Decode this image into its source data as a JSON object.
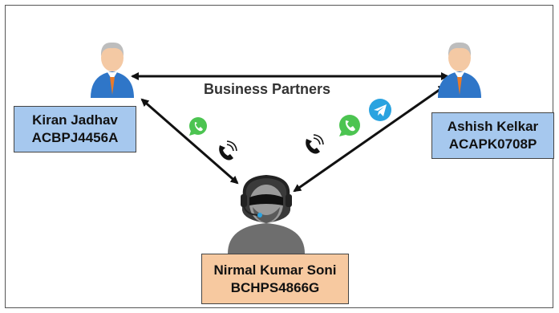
{
  "caption": "Business Partners",
  "persons": {
    "left": {
      "name": "Kiran Jadhav",
      "id": "ACBPJ4456A"
    },
    "right": {
      "name": "Ashish Kelkar",
      "id": "ACAPK0708P"
    },
    "bottom": {
      "name": "Nirmal Kumar Soni",
      "id": "BCHPS4866G"
    }
  },
  "icons": [
    "person-icon",
    "hooded-person-icon",
    "whatsapp-icon",
    "telegram-icon",
    "phone-call-icon"
  ],
  "colors": {
    "left_box": "#a6c8ee",
    "right_box": "#a6c8ee",
    "bottom_box": "#f7c9a0",
    "whatsapp": "#4cc451",
    "telegram": "#2aa3e0"
  }
}
